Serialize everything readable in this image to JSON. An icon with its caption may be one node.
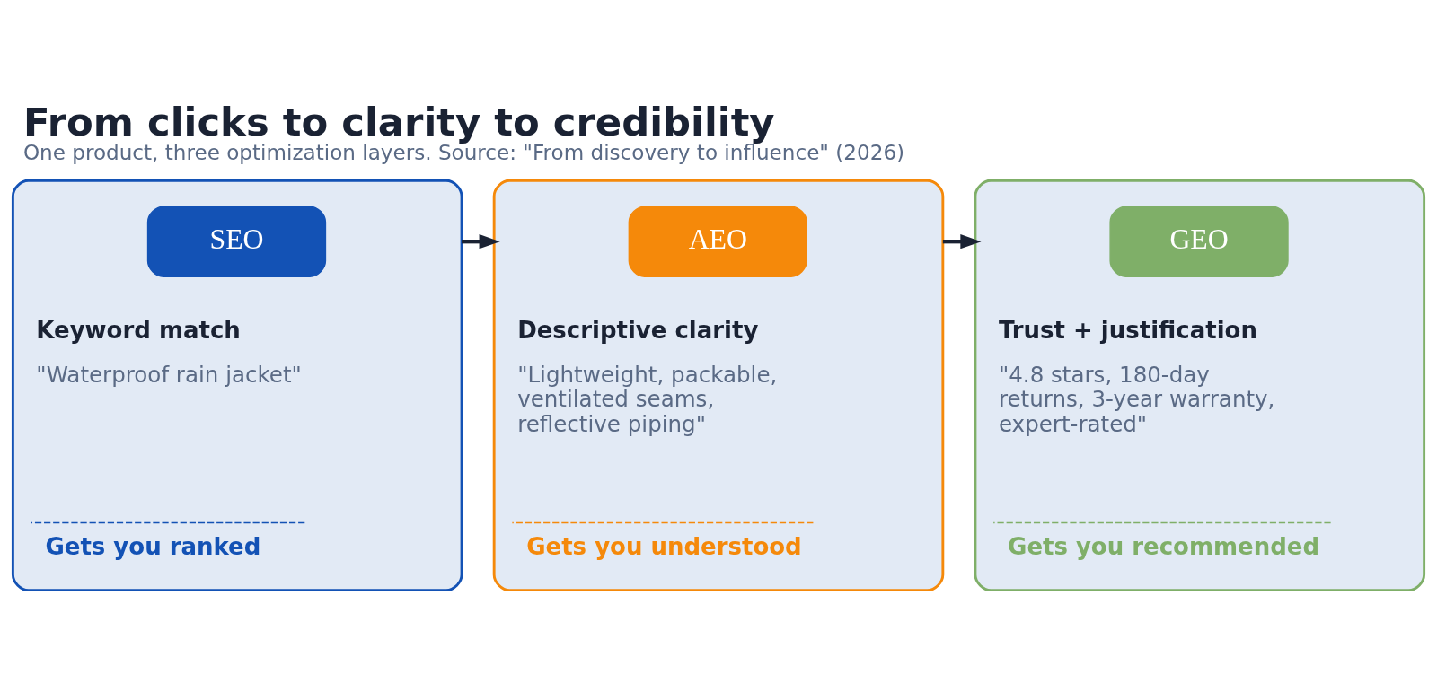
{
  "diagram": {
    "title": "From clicks to clarity to credibility",
    "caption": "One product, three optimization layers. Source: \"From discovery to influence\" (2026)",
    "nodes": [
      {
        "text": [
          "Keyword match",
          "\"Waterproof rain jacket\"",
          "Gets you ranked"
        ]
      },
      {
        "text": [
          "SEO"
        ],
        "in": 0
      },
      {
        "text": [
          "Descriptive clarity",
          "\"Lightweight, packable, ventilated seams, reflective piping\"",
          "Gets you understood"
        ]
      },
      {
        "text": [
          "AEO"
        ],
        "in": 2
      },
      {
        "text": [
          "Trust + justification",
          "\"4.8 stars, 180-day returns, 3-year warranty, expert-rated\"",
          "Gets you recommended"
        ]
      },
      {
        "text": [
          "GEO"
        ],
        "in": 4
      }
    ],
    "edges": [
      {
        "from": 0,
        "to": 2,
        "arrow": "to"
      },
      {
        "from": 2,
        "to": 4,
        "arrow": "to"
      }
    ]
  }
}
